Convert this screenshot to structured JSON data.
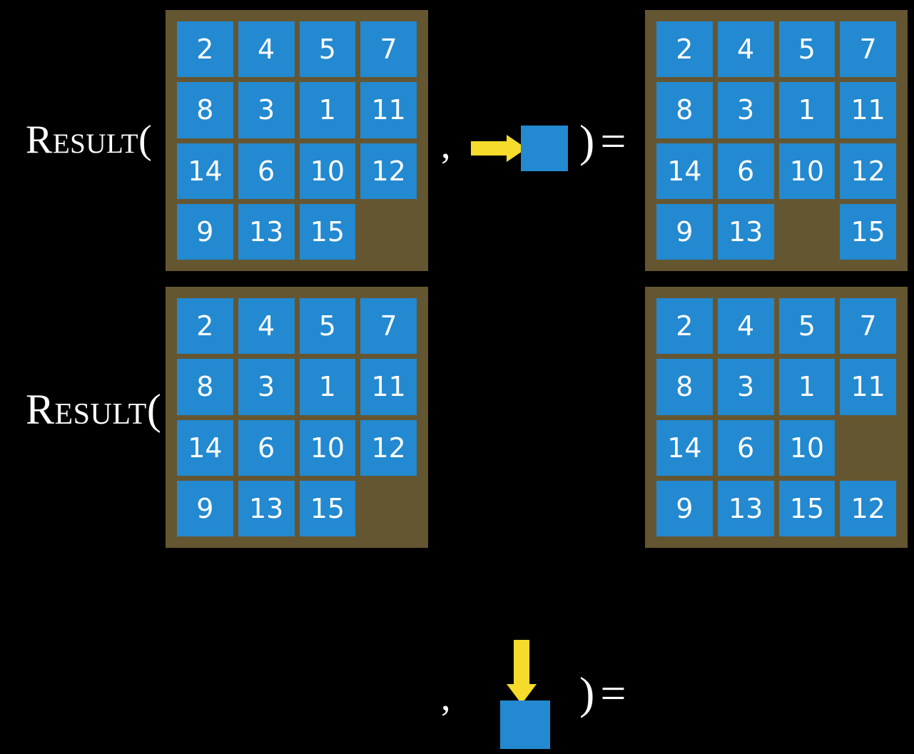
{
  "colors": {
    "background": "#000000",
    "tile": "#2389d0",
    "board_frame": "#655632",
    "arrow": "#f5db2b",
    "text": "#ffffff"
  },
  "rows": [
    {
      "id": "row-top",
      "label": "Result(",
      "comma": ",",
      "closing": ")",
      "equals": "=",
      "operand": {
        "arrow_direction": "right",
        "arrow_icon": "arrow-right-icon",
        "tile_label": ""
      },
      "input_board": {
        "rows": [
          [
            "2",
            "4",
            "5",
            "7"
          ],
          [
            "8",
            "3",
            "1",
            "11"
          ],
          [
            "14",
            "6",
            "10",
            "12"
          ],
          [
            "9",
            "13",
            "15",
            ""
          ]
        ]
      },
      "output_board": {
        "rows": [
          [
            "2",
            "4",
            "5",
            "7"
          ],
          [
            "8",
            "3",
            "1",
            "11"
          ],
          [
            "14",
            "6",
            "10",
            "12"
          ],
          [
            "9",
            "13",
            "",
            "15"
          ]
        ]
      }
    },
    {
      "id": "row-bottom",
      "label": "Result(",
      "comma": ",",
      "closing": ")",
      "equals": "=",
      "operand": {
        "arrow_direction": "down",
        "arrow_icon": "arrow-down-icon",
        "tile_label": ""
      },
      "input_board": {
        "rows": [
          [
            "2",
            "4",
            "5",
            "7"
          ],
          [
            "8",
            "3",
            "1",
            "11"
          ],
          [
            "14",
            "6",
            "10",
            "12"
          ],
          [
            "9",
            "13",
            "15",
            ""
          ]
        ]
      },
      "output_board": {
        "rows": [
          [
            "2",
            "4",
            "5",
            "7"
          ],
          [
            "8",
            "3",
            "1",
            "11"
          ],
          [
            "14",
            "6",
            "10",
            ""
          ],
          [
            "9",
            "13",
            "15",
            "12"
          ]
        ]
      }
    }
  ]
}
